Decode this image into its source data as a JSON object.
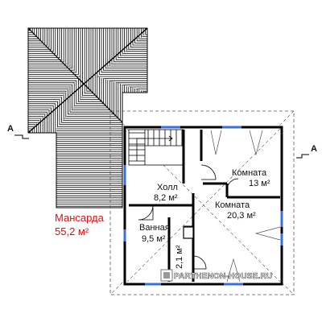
{
  "floor": {
    "title": "Мансарда",
    "area": "55,2 м²"
  },
  "rooms": [
    {
      "name": "Холл",
      "area": "8,2 м²"
    },
    {
      "name": "Комната",
      "area": "13 м²"
    },
    {
      "name": "Комната",
      "area": "20,3 м²"
    },
    {
      "name": "Ванная",
      "area": "9,5 м²"
    },
    {
      "name": "",
      "area": "2,1 м²"
    }
  ],
  "section_markers": [
    {
      "label": "A"
    },
    {
      "label": "A"
    }
  ],
  "watermark": "PARTHENON-HOUSE.RU",
  "colors": {
    "title": "#e01010",
    "window": "#3a6fd8",
    "wall": "#000000",
    "dash": "#555555"
  }
}
